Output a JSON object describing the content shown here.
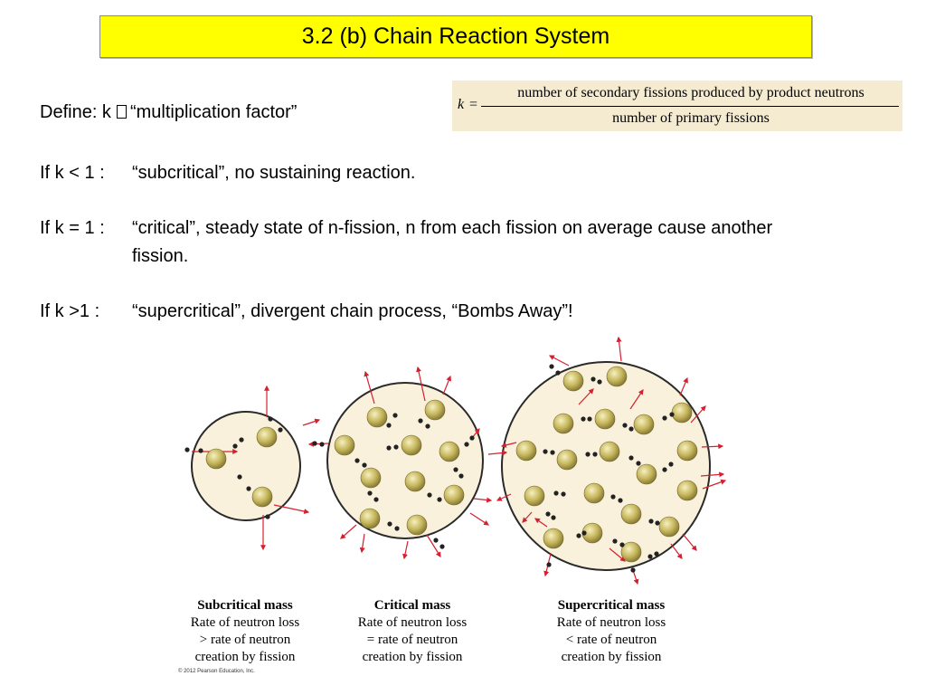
{
  "slide": {
    "title": "3.2 (b)  Chain Reaction System",
    "define_prefix": "Define:  k",
    "define_text": "“multiplication factor”",
    "formula": {
      "k": "k",
      "eq": "=",
      "numerator": "number of  secondary fissions produced by product neutrons",
      "denominator": "number of  primary fissions"
    },
    "rows": [
      {
        "label": "If k < 1 :",
        "text": "“subcritical”, no sustaining reaction."
      },
      {
        "label": "If k = 1 :",
        "text": "“critical”, steady state of n-fission, n from each fission on average cause another",
        "text2": "fission."
      },
      {
        "label": "If k >1 :",
        "text": "“supercritical”, divergent chain process, “Bombs Away”!"
      }
    ]
  },
  "figure": {
    "colors": {
      "circle_fill": "#faf1dc",
      "nucleus": "#c2b359",
      "arrow": "#d42030",
      "neutron": "#222222"
    },
    "captions": [
      {
        "heading": "Subcritical mass",
        "line1": "Rate of neutron loss",
        "line2": "> rate of neutron",
        "line3": "creation by fission"
      },
      {
        "heading": "Critical mass",
        "line1": "Rate of neutron loss",
        "line2": "= rate of neutron",
        "line3": "creation by fission"
      },
      {
        "heading": "Supercritical mass",
        "line1": "Rate of neutron loss",
        "line2": "< rate of neutron",
        "line3": "creation by fission"
      }
    ],
    "copyright": "© 2012 Pearson Education, Inc."
  }
}
